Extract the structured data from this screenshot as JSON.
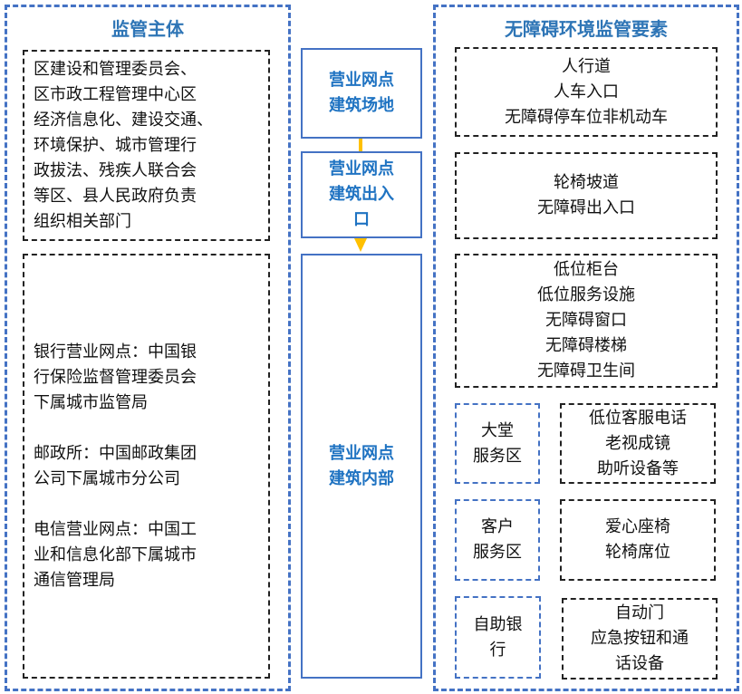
{
  "left": {
    "title": "监管主体",
    "box1": [
      "区建设和管理委员会、",
      "区市政工程管理中心区",
      "经济信息化、建设交通、",
      "环境保护、城市管理行",
      "政拔法、残疾人联合会",
      "等区、县人民政府负责",
      "组织相关部门"
    ],
    "box2": [
      "银行营业网点：中国银",
      "行保险监督管理委员会",
      "下属城市监管局",
      "",
      "邮政所：中国邮政集团",
      "公司下属城市分公司",
      "",
      "电信营业网点：中国工",
      "业和信息化部下属城市",
      "通信管理局"
    ]
  },
  "center": {
    "site": [
      "营业网点",
      "建筑场地"
    ],
    "entrance": [
      "营业网点",
      "建筑出入",
      "口"
    ],
    "interior": [
      "营业网点",
      "建筑内部"
    ]
  },
  "right": {
    "title": "无障碍环境监管要素",
    "site_elements": [
      "人行道",
      "人车入口",
      "无障碍停车位非机动车"
    ],
    "entrance_elements": [
      "轮椅坡道",
      "无障碍出入口"
    ],
    "interior_elements": [
      "低位柜台",
      "低位服务设施",
      "无障碍窗口",
      "无障碍楼梯",
      "无障碍卫生间"
    ],
    "zones": [
      {
        "name": [
          "大堂",
          "服务区"
        ],
        "items": [
          "低位客服电话",
          "老视成镜",
          "助听设备等"
        ]
      },
      {
        "name": [
          "客户",
          "服务区"
        ],
        "items": [
          "爱心座椅",
          "轮椅席位"
        ]
      },
      {
        "name": [
          "自助银",
          "行"
        ],
        "items": [
          "自动门",
          "应急按钮和通",
          "话设备"
        ]
      }
    ]
  }
}
